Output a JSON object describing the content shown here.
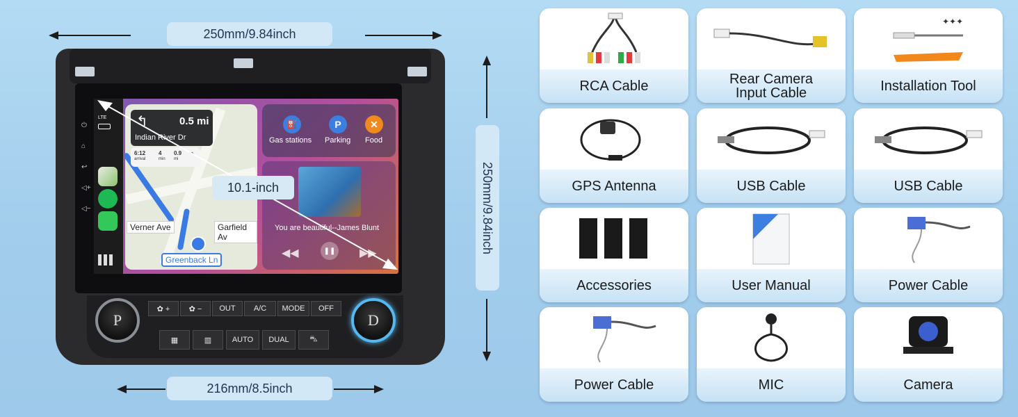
{
  "dimensions": {
    "width_label": "250mm/9.84inch",
    "height_label": "250mm/9.84inch",
    "bottom_label": "216mm/8.5inch",
    "screen_size": "10.1-inch"
  },
  "screen": {
    "status": "LTE",
    "nav": {
      "distance": "0.5 mi",
      "street": "Indian River Dr",
      "arrival": "6:12",
      "arrival_unit": "arrival",
      "minutes": "4",
      "minutes_unit": "min",
      "miles": "0.9",
      "miles_unit": "mi",
      "map_labels": [
        "Verner Ave",
        "Garfield Av",
        "Greenback Ln"
      ]
    },
    "apps": [
      {
        "label": "Gas stations",
        "icon": "gas-pump-icon",
        "glyph": "⛽",
        "color": "#3c7fe0"
      },
      {
        "label": "Parking",
        "icon": "parking-icon",
        "glyph": "P",
        "color": "#3c7fe0"
      },
      {
        "label": "Food",
        "icon": "fork-knife-icon",
        "glyph": "✕",
        "color": "#f08a1e"
      }
    ],
    "song": "You are beautiful--James Blunt"
  },
  "climate": {
    "left_knob": "P",
    "right_knob": "D",
    "top_buttons": [
      "✿ +",
      "✿ −",
      "OUT",
      "A/C",
      "MODE",
      "OFF"
    ],
    "bottom_buttons": [
      "▦",
      "▥",
      "AUTO",
      "DUAL",
      "⛍"
    ]
  },
  "items": [
    {
      "label": "RCA Cable",
      "icon": "rca-cable-icon"
    },
    {
      "label": "Rear Camera\nInput Cable",
      "icon": "rear-camera-cable-icon"
    },
    {
      "label": "Installation Tool",
      "icon": "installation-tool-icon"
    },
    {
      "label": "GPS Antenna",
      "icon": "gps-antenna-icon"
    },
    {
      "label": "USB Cable",
      "icon": "usb-cable-icon"
    },
    {
      "label": "USB Cable",
      "icon": "usb-cable-icon"
    },
    {
      "label": "Accessories",
      "icon": "mounting-clip-icon"
    },
    {
      "label": "User Manual",
      "icon": "manual-book-icon"
    },
    {
      "label": "Power Cable",
      "icon": "power-cable-icon"
    },
    {
      "label": "Power Cable",
      "icon": "power-cable-icon"
    },
    {
      "label": "MIC",
      "icon": "microphone-icon"
    },
    {
      "label": "Camera",
      "icon": "backup-camera-icon"
    }
  ]
}
